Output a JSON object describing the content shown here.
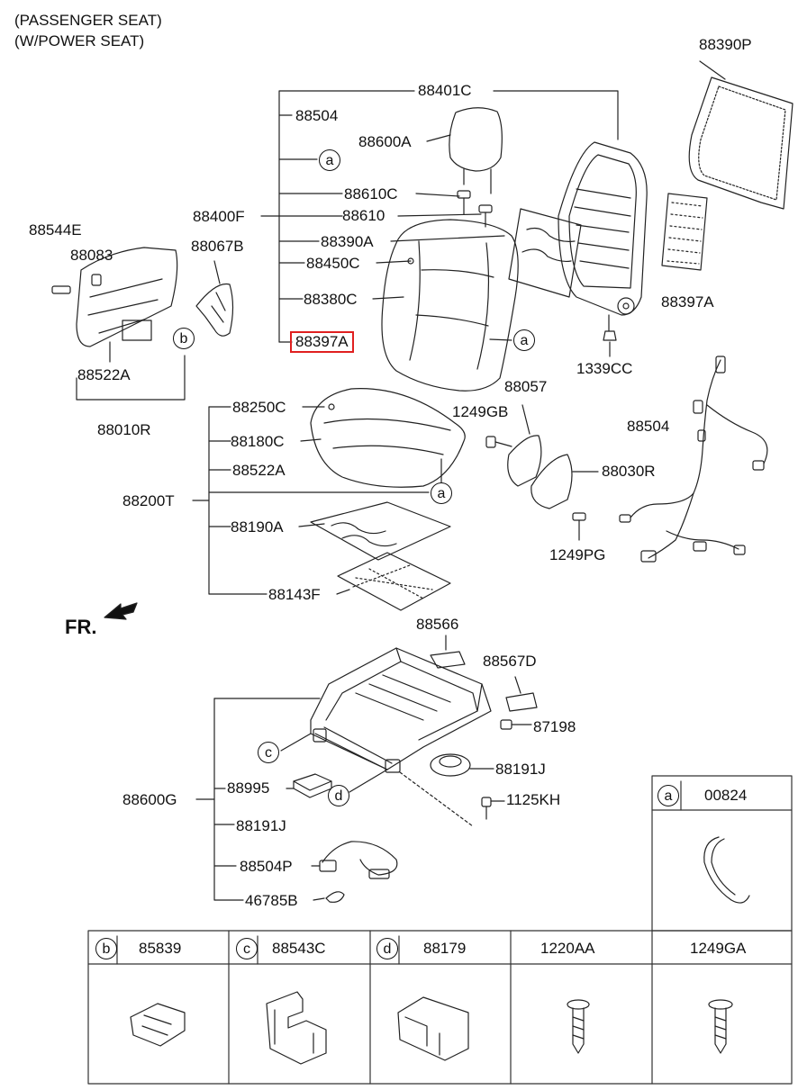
{
  "header": {
    "line1": "(PASSENGER SEAT)",
    "line2": "(W/POWER SEAT)"
  },
  "direction_label": "FR.",
  "highlight_color": "#e02020",
  "parts": {
    "p88390P": "88390P",
    "p88401C": "88401C",
    "p88504_top": "88504",
    "p88600A": "88600A",
    "p88610C": "88610C",
    "p88400F": "88400F",
    "p88610": "88610",
    "p88390A": "88390A",
    "p88450C": "88450C",
    "p88380C": "88380C",
    "p88397A_hl": "88397A",
    "p88397A_right": "88397A",
    "p1339CC": "1339CC",
    "p88544E": "88544E",
    "p88083": "88083",
    "p88067B": "88067B",
    "p88522A_left": "88522A",
    "p88010R": "88010R",
    "p88250C": "88250C",
    "p88180C": "88180C",
    "p88522A_mid": "88522A",
    "p88200T": "88200T",
    "p88190A": "88190A",
    "p88143F": "88143F",
    "p88057": "88057",
    "p1249GB": "1249GB",
    "p88030R": "88030R",
    "p1249PG": "1249PG",
    "p88504_right": "88504",
    "p88566": "88566",
    "p88567D": "88567D",
    "p87198": "87198",
    "p88191J_a": "88191J",
    "p1125KH": "1125KH",
    "p88600G": "88600G",
    "p88995": "88995",
    "p88191J_b": "88191J",
    "p88504P": "88504P",
    "p46785B": "46785B"
  },
  "callouts": {
    "a": "a",
    "b": "b",
    "c": "c",
    "d": "d"
  },
  "legend": {
    "a": {
      "letter": "a",
      "part": "00824"
    },
    "b": {
      "letter": "b",
      "part": "85839"
    },
    "c": {
      "letter": "c",
      "part": "88543C"
    },
    "d": {
      "letter": "d",
      "part": "88179"
    },
    "e": {
      "part": "1220AA"
    },
    "f": {
      "part": "1249GA"
    }
  }
}
